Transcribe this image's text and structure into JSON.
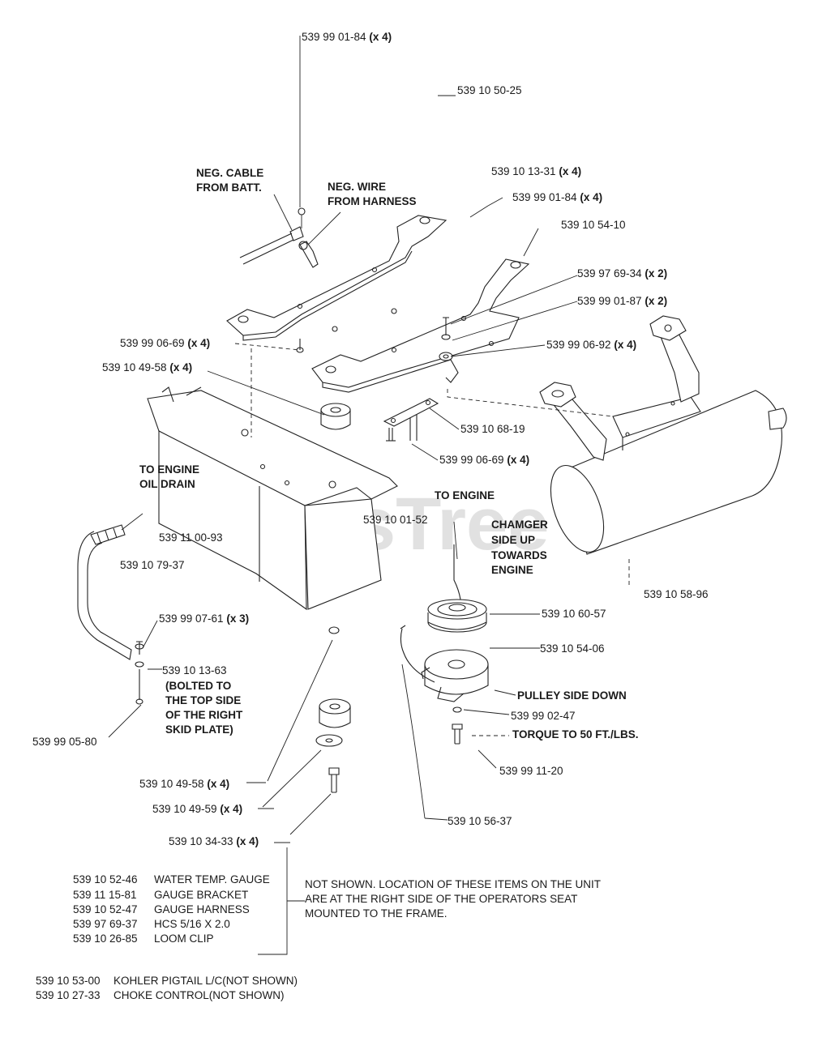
{
  "watermark": "PartsTree",
  "watermark_mark": "™",
  "callouts": [
    {
      "id": "c01",
      "part": "539 99 01-84",
      "qty": "(x 4)"
    },
    {
      "id": "c02",
      "part": "539 10 50-25",
      "qty": ""
    },
    {
      "id": "c03",
      "part": "539 10 13-31",
      "qty": "(x 4)"
    },
    {
      "id": "c04",
      "part": "539 99 01-84",
      "qty": "(x 4)"
    },
    {
      "id": "c05",
      "part": "539 10 54-10",
      "qty": ""
    },
    {
      "id": "c06",
      "part": "539 97 69-34",
      "qty": "(x 2)"
    },
    {
      "id": "c07",
      "part": "539 99 01-87",
      "qty": "(x 2)"
    },
    {
      "id": "c08",
      "part": "539 99 06-69",
      "qty": "(x 4)"
    },
    {
      "id": "c09",
      "part": "539 99 06-92",
      "qty": "(x 4)"
    },
    {
      "id": "c10",
      "part": "539 10 49-58",
      "qty": "(x 4)"
    },
    {
      "id": "c11",
      "part": "539 10 68-19",
      "qty": ""
    },
    {
      "id": "c12",
      "part": "539 99 06-69",
      "qty": "(x 4)"
    },
    {
      "id": "c13",
      "part": "539 10 01-52",
      "qty": ""
    },
    {
      "id": "c14",
      "part": "539 11 00-93",
      "qty": ""
    },
    {
      "id": "c15",
      "part": "539 10 79-37",
      "qty": ""
    },
    {
      "id": "c16",
      "part": "539 10 58-96",
      "qty": ""
    },
    {
      "id": "c17",
      "part": "539 10 60-57",
      "qty": ""
    },
    {
      "id": "c18",
      "part": "539 99 07-61",
      "qty": "(x 3)"
    },
    {
      "id": "c19",
      "part": "539 10 13-63",
      "qty": ""
    },
    {
      "id": "c20",
      "part": "539 10 54-06",
      "qty": ""
    },
    {
      "id": "c21",
      "part": "539 99 02-47",
      "qty": ""
    },
    {
      "id": "c22",
      "part": "539 99 05-80",
      "qty": ""
    },
    {
      "id": "c23",
      "part": "539 99 11-20",
      "qty": ""
    },
    {
      "id": "c24",
      "part": "539 10 49-58",
      "qty": "(x 4)"
    },
    {
      "id": "c25",
      "part": "539 10 49-59",
      "qty": "(x 4)"
    },
    {
      "id": "c26",
      "part": "539 10 56-37",
      "qty": ""
    },
    {
      "id": "c27",
      "part": "539 10 34-33",
      "qty": "(x 4)"
    }
  ],
  "notes": {
    "neg_cable": [
      "NEG. CABLE",
      "FROM BATT."
    ],
    "neg_wire": [
      "NEG. WIRE",
      "FROM HARNESS"
    ],
    "oil_drain": [
      "TO ENGINE",
      "OIL DRAIN"
    ],
    "to_engine": "TO ENGINE",
    "chamger": [
      "CHAMGER",
      "SIDE UP",
      "TOWARDS",
      "ENGINE"
    ],
    "bolted": [
      "(BOLTED TO",
      "THE TOP SIDE",
      "OF THE RIGHT",
      "SKID PLATE)"
    ],
    "pulley_side": "PULLEY SIDE DOWN",
    "torque": "TORQUE TO 50 FT./LBS."
  },
  "not_shown_list": [
    {
      "part": "539 10 52-46",
      "desc": "WATER TEMP. GAUGE"
    },
    {
      "part": "539 11 15-81",
      "desc": "GAUGE BRACKET"
    },
    {
      "part": "539 10 52-47",
      "desc": "GAUGE HARNESS"
    },
    {
      "part": "539 97 69-37",
      "desc": "HCS 5/16 X 2.0"
    },
    {
      "part": "539 10 26-85",
      "desc": "LOOM CLIP"
    }
  ],
  "not_shown_note": [
    "NOT SHOWN. LOCATION OF THESE ITEMS ON THE UNIT",
    "ARE AT THE RIGHT SIDE OF THE OPERATORS SEAT",
    "MOUNTED TO THE FRAME."
  ],
  "footer_items": [
    {
      "part": "539 10 53-00",
      "desc": "KOHLER PIGTAIL L/C(NOT SHOWN)"
    },
    {
      "part": "539 10 27-33",
      "desc": "CHOKE CONTROL(NOT SHOWN)"
    }
  ]
}
